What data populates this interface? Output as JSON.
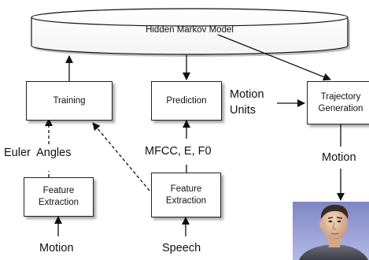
{
  "nodes": {
    "hmm": "Hidden Markov Model",
    "training": "Training",
    "prediction": "Prediction",
    "trajectory_generation": [
      "Trajectory",
      "Generation"
    ],
    "feature_extraction_left": [
      "Feature",
      "Extraction"
    ],
    "feature_extraction_mid": [
      "Feature",
      "Extraction"
    ]
  },
  "labels": {
    "euler_angles": "Euler  Angles",
    "mfcc": "MFCC, E, F0",
    "motion_units": [
      "Motion",
      "Units"
    ],
    "motion_output": "Motion",
    "motion_input": "Motion",
    "speech_input": "Speech"
  },
  "colors": {
    "stroke": "#111111",
    "shadow": "#7a7a7a",
    "avatar_bg_top": "#7f87c4",
    "avatar_bg_bottom": "#b3b9e6"
  },
  "icons": {
    "avatar": "avatar-head-image"
  }
}
